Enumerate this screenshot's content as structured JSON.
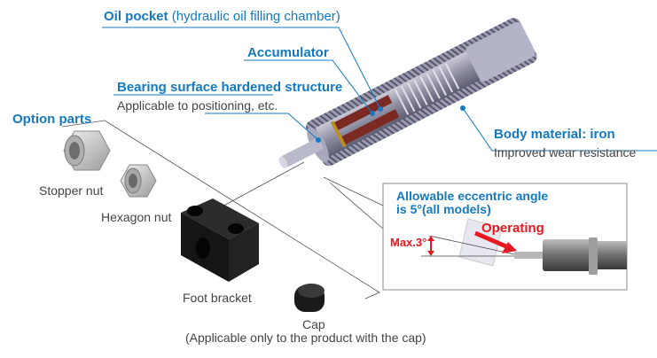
{
  "callouts": {
    "oil_pocket": {
      "title": "Oil pocket",
      "subtitle": "(hydraulic oil filling chamber)"
    },
    "accumulator": {
      "title": "Accumulator"
    },
    "bearing": {
      "title": "Bearing surface hardened structure",
      "note": "Applicable to positioning, etc."
    },
    "body": {
      "title": "Body material: iron",
      "note": "Improved wear resistance"
    }
  },
  "options": {
    "heading": "Option parts",
    "items": [
      {
        "label": "Stopper nut"
      },
      {
        "label": "Hexagon nut"
      },
      {
        "label": "Foot bracket"
      },
      {
        "label": "Cap",
        "note": "(Applicable only to the product with the cap)"
      }
    ]
  },
  "inset": {
    "title_line1": "Allowable eccentric angle",
    "title_line2": "is 5°(all models)",
    "operating": "Operating",
    "max_angle": "Max.3°"
  },
  "colors": {
    "accent": "#1479c3",
    "red": "#e5191f"
  }
}
